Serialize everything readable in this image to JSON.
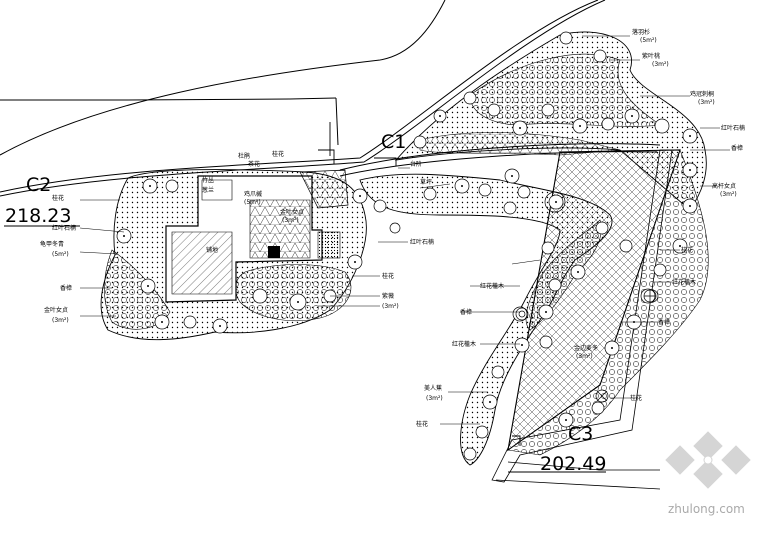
{
  "markers": {
    "c1": "C1",
    "c2": "C2",
    "c3": "C3"
  },
  "elevations": {
    "left": "218.23",
    "bottom": "202.49"
  },
  "plant_labels": {
    "top_1": "落羽杉",
    "top_2": "(5m²)",
    "top_3": "紫叶桃",
    "top_4": "(3m²)",
    "right_1": "鸡冠刺桐",
    "right_2": "(3m²)",
    "right_3": "红叶石楠",
    "right_4": "香樟",
    "right_5": "高杆女贞",
    "right_6": "(3m²)",
    "right_7": "桂花",
    "right_8": "红花檵木",
    "right_9": "香樟",
    "left_1": "桂花",
    "left_2": "红叶石楠",
    "left_3": "龟甲冬青",
    "left_4": "(5m²)",
    "left_5": "香樟",
    "left_6": "金叶女贞",
    "left_7": "(3m²)",
    "mid_1": "红叶石楠",
    "mid_2": "桂花",
    "mid_3": "紫薇",
    "mid_4": "(3m²)",
    "mid_5": "红花檵木",
    "mid_6": "香樟",
    "mid_7": "红花檵木",
    "mid_8": "美人蕉",
    "mid_9": "(3m²)",
    "mid_10": "桂花",
    "bld_1": "竹丛",
    "bld_2": "葱兰",
    "bld_3": "杜鹃",
    "bld_4": "桂花",
    "bld_5": "茶花",
    "bld_6": "铺地",
    "bld_7": "金叶女贞",
    "bld_8": "(3m²)",
    "bld_9": "鸡爪槭",
    "bld_10": "(5m²)",
    "road_1": "台阶",
    "sq_1": "草坪",
    "sq_2": "金边麦冬",
    "sq_3": "桂花",
    "sq_4": "(3m²)"
  },
  "watermark": {
    "text": "zhulong.com"
  }
}
